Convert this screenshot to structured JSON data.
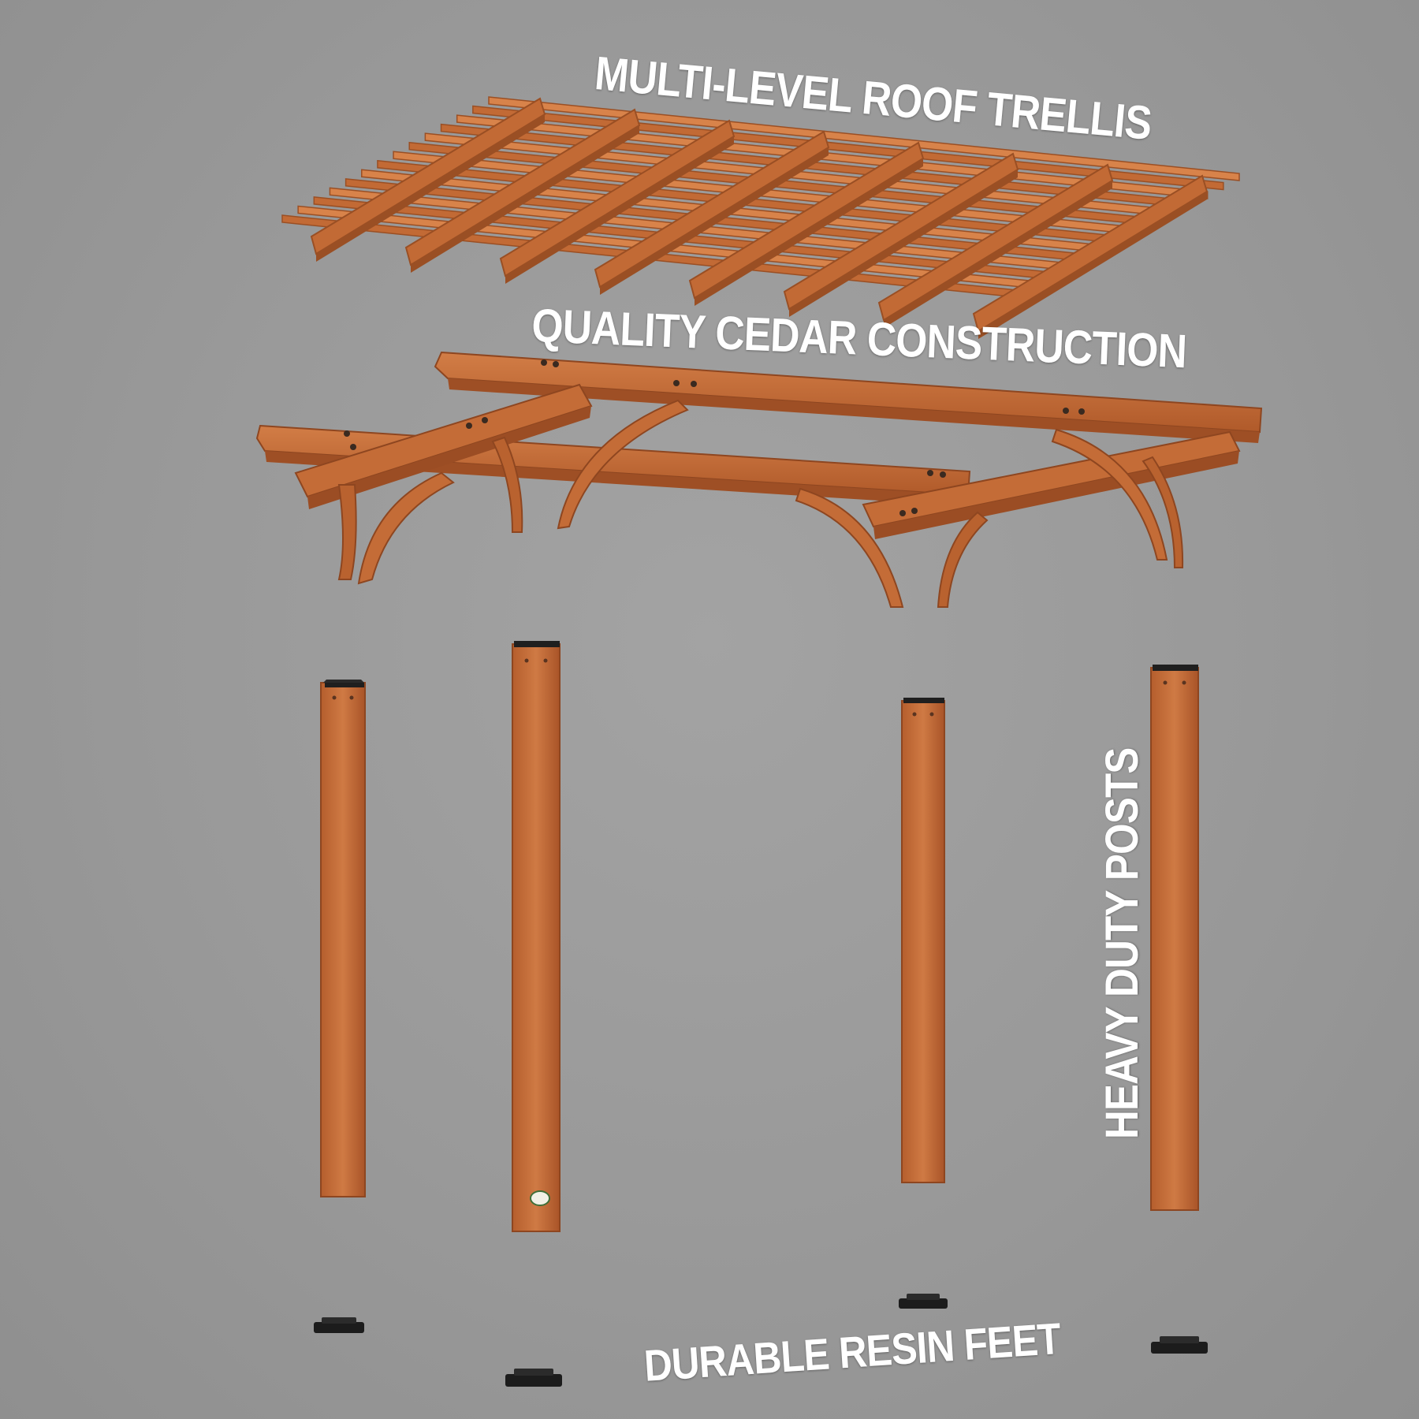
{
  "colors": {
    "background": "#9a9a9a",
    "cedar": "#c26a35",
    "cedar_dark": "#9a4f24",
    "cedar_light": "#d8834a",
    "resin": "#1c1c1c",
    "label_text": "#ffffff"
  },
  "callouts": {
    "roof_trellis": "MULTI-LEVEL ROOF TRELLIS",
    "cedar_construction": "QUALITY CEDAR CONSTRUCTION",
    "posts": "HEAVY DUTY POSTS",
    "feet": "DURABLE RESIN FEET"
  },
  "components": {
    "posts_count": 4,
    "feet_count": 4,
    "roof_slats_count": 14
  }
}
